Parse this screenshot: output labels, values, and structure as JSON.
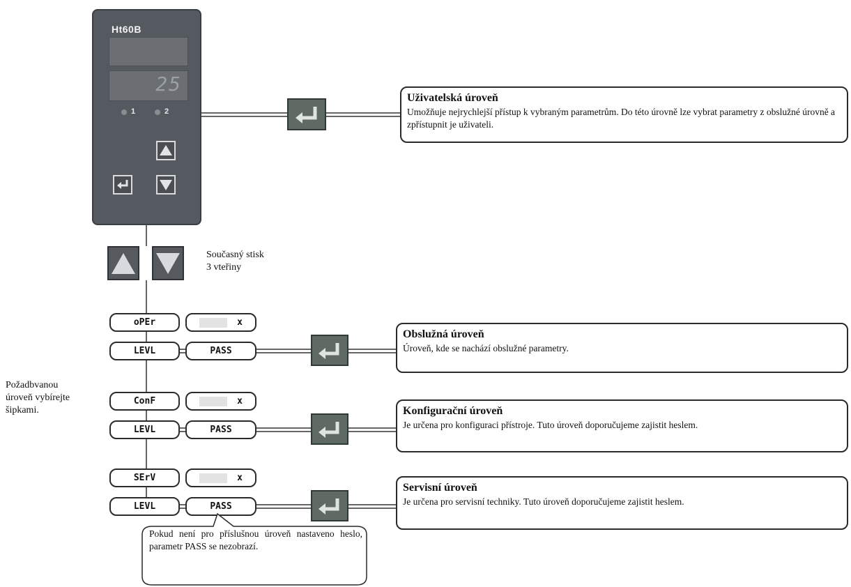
{
  "device": {
    "model": "Ht60B",
    "display_top": "",
    "display_bottom": "25",
    "led1": "1",
    "led2": "2"
  },
  "simultaneous_press": {
    "line1": "Současný  stisk",
    "line2": "3 vteřiny"
  },
  "side_note": {
    "line1": "Požadbvanou",
    "line2": "úroveň  vybírejte",
    "line3": "šipkami."
  },
  "levels": {
    "user": {
      "title": "Uživatelská úroveň",
      "desc": "Umožňuje nejrychlejší přístup k vybraným parametrům. Do této úrovně lze vybrat parametry z obslužné úrovně a zpřístupnit je uživateli."
    },
    "operator": {
      "code": "oPEr",
      "level": "LEVL",
      "pass": "PASS",
      "x": "x",
      "title": "Obslužná úroveň",
      "desc": "Úroveň, kde se nachází obslužné parametry."
    },
    "config": {
      "code": "ConF",
      "level": "LEVL",
      "pass": "PASS",
      "x": "x",
      "title": "Konfigurační úroveň",
      "desc": "Je určena pro konfiguraci přístroje. Tuto úroveň doporučujeme zajistit heslem."
    },
    "service": {
      "code": "SErV",
      "level": "LEVL",
      "pass": "PASS",
      "x": "x",
      "title": "Servisní úroveň",
      "desc": "Je určena pro servisní techniky.  Tuto úroveň doporučujeme zajistit heslem."
    }
  },
  "pass_note": "Pokud není pro příslušnou úroveň nastaveno heslo, parametr PASS  se nezobrazí.",
  "colors": {
    "device_body": "#555a60",
    "enter_button": "#5e6a63",
    "outline": "#2a2a2a"
  }
}
